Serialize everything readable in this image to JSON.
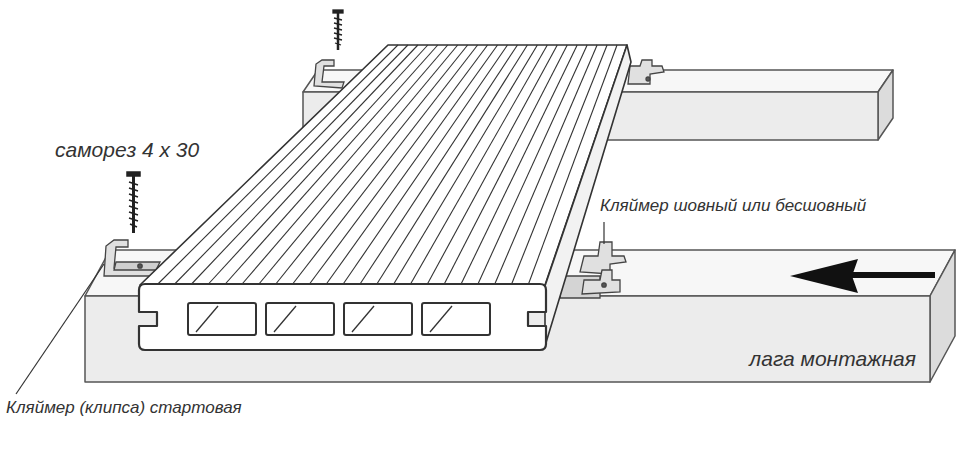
{
  "diagram": {
    "nodes": [
      {
        "text": [
          "лага монтажная"
        ]
      }
    ],
    "labels": [
      "саморез 4 х 30",
      "Кляймер шовный или бесшовный",
      "Кляймер (клипса) стартовая"
    ]
  }
}
